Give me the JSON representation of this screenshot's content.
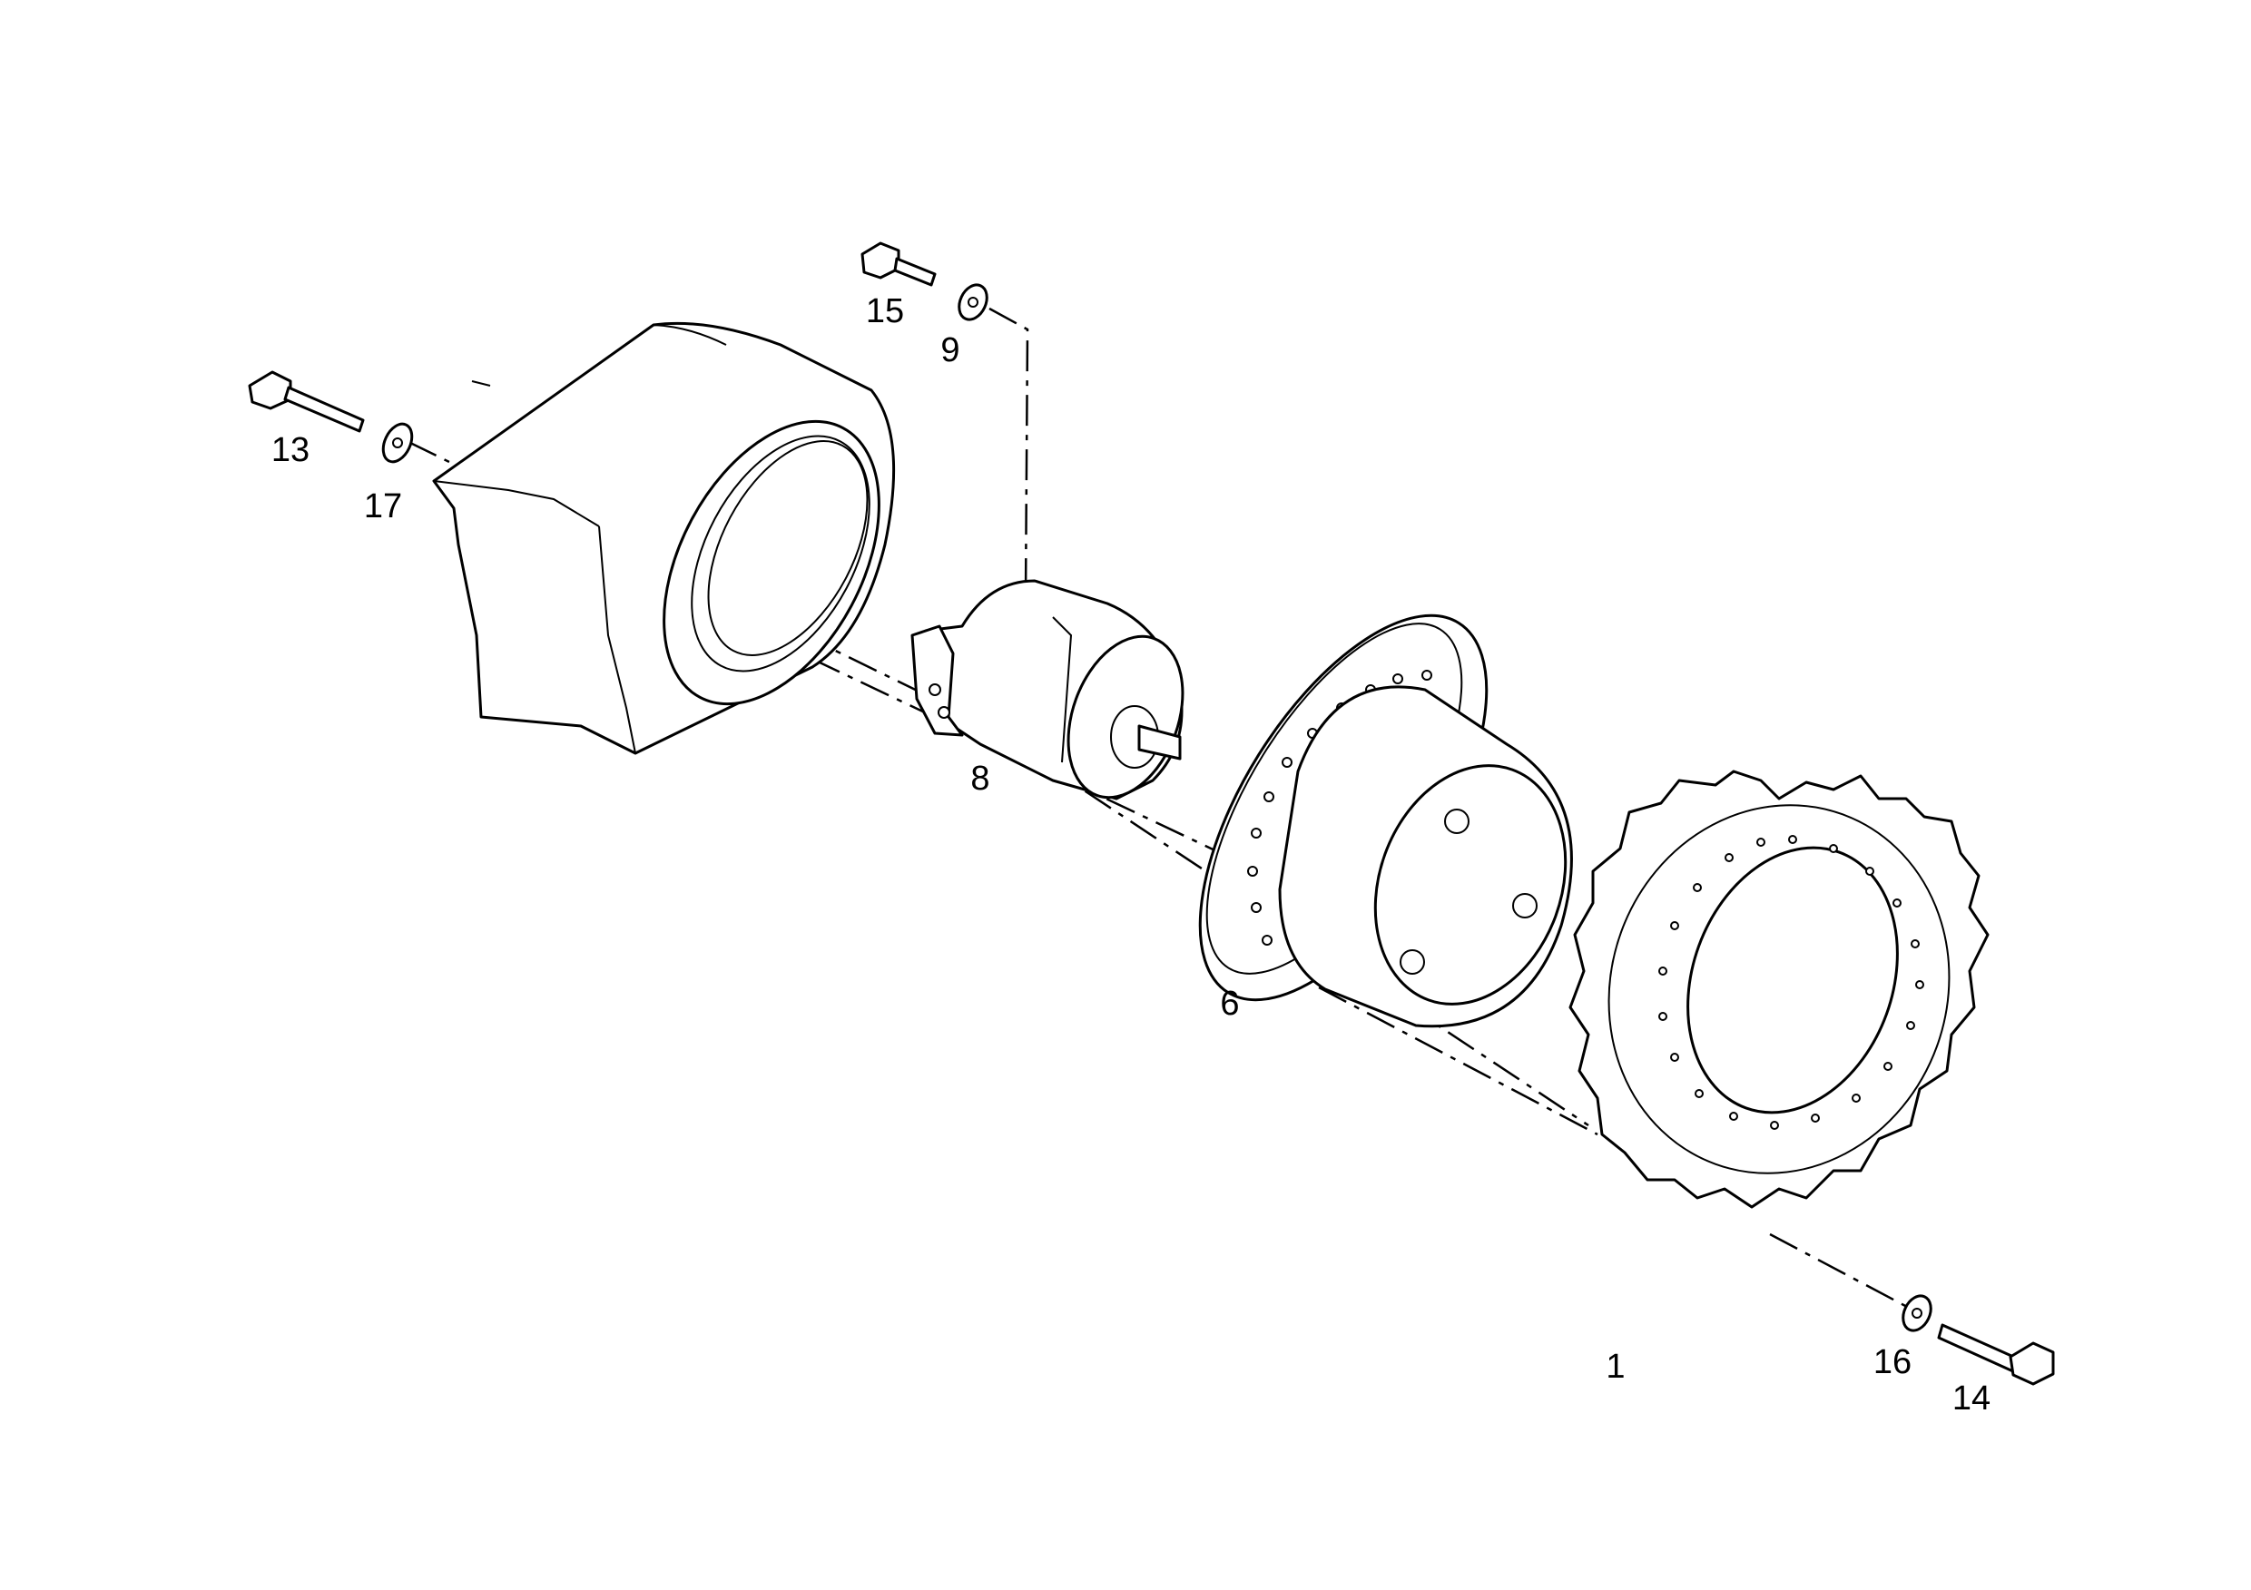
{
  "labels": {
    "sprocket": "1",
    "hub": "6",
    "motor": "8",
    "washer_top": "9",
    "bolt_left": "13",
    "bolt_right": "14",
    "bolt_top": "15",
    "washer_right": "16",
    "washer_left": "17"
  }
}
